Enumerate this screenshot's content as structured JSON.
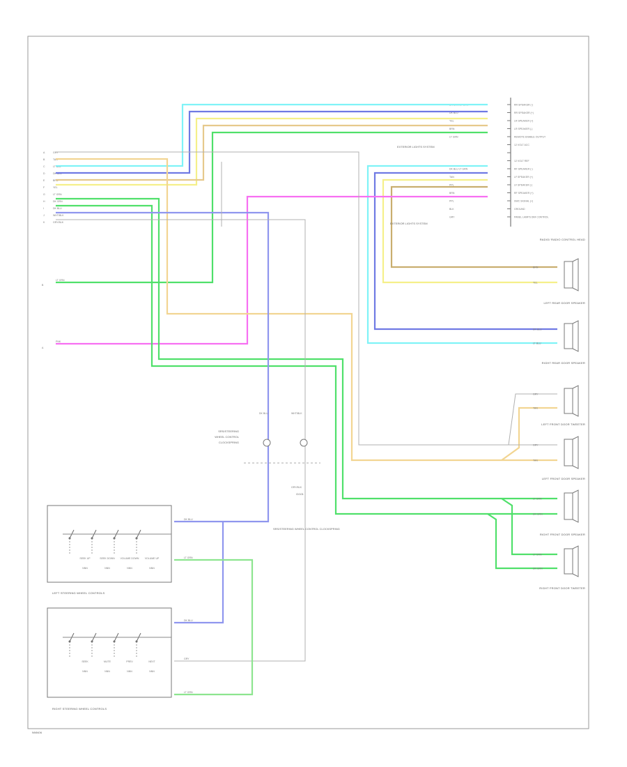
{
  "diagram": {
    "title": "",
    "footer_label": "NNN06",
    "colors": {
      "cyan": "#7ff3f7",
      "blue": "#6f79e4",
      "yellow": "#f5f08a",
      "tan": "#e6c98c",
      "green": "#4fe06a",
      "pink": "#f76ff2",
      "gray": "#b8b8b8",
      "wire_blue_light": "#8f96ee"
    },
    "radio_connector_labels": [
      "RR SPEAKER (-)",
      "RR SPEAKER (+)",
      "LR SPEAKER (+)",
      "LR SPEAKER (-)",
      "REMOTE ENABLE OUTPUT",
      "12 VOLT ACC",
      "",
      "12 VOLT REF",
      "RF SPEAKER (-)",
      "LF SPEAKER (+)",
      "LF SPEAKER (-)",
      "RF SPEAKER (+)",
      "SWC SIGNAL (+)",
      "GROUND",
      "PANEL LAMPS DIM CONTROL"
    ],
    "radio_wire_codes": [
      "DK GRN   LT GRN",
      "DK BLU",
      "YEL",
      "BRN",
      "LT GRN",
      "",
      "",
      "",
      "DK BLU   LT GRN",
      "TAN",
      "PPL",
      "BRN",
      "PPL",
      "BLK",
      "GRY"
    ],
    "left_harness_labels": [
      "GRY",
      "TAN",
      "LT BLU",
      "DK BLU",
      "BRN",
      "YEL",
      "LT GRN",
      "DK GRN",
      "DK BLU",
      "WHT/BLK",
      "GRY/BLK"
    ],
    "side_inputs": [
      {
        "code": "LT GRN",
        "pin": "B"
      },
      {
        "code": "PNK",
        "pin": "A"
      }
    ],
    "component_labels": {
      "radio": "RADIO/ RADIO CONTROL HEAD",
      "lf_speaker": "LEFT REAR DOOR SPEAKER",
      "rf_speaker": "RIGHT REAR DOOR SPEAKER",
      "lr_tweeter": "LEFT FRONT DOOR TWEETER",
      "lr_speaker": "LEFT FRONT DOOR SPEAKER",
      "rr_speaker": "RIGHT FRONT DOOR SPEAKER",
      "rr_tweeter": "RIGHT FRONT DOOR TWEETER",
      "clockspring": "SRS/STEERING WHEEL CONTROL CLOCKSPRING",
      "left_controls": "LEFT STEERING WHEEL CONTROLS",
      "right_controls": "RIGHT STEERING WHEEL CONTROLS",
      "splice": "G/101",
      "ext_audio": "EXTERIOR LIGHTS SYSTEM",
      "ext_audio2": "EXTERIOR LIGHTS SYSTEM"
    },
    "left_controls_switches": [
      "SEEK UP",
      "SEEK DOWN",
      "VOLUME DOWN",
      "VOLUME UP"
    ],
    "left_controls_values": [
      "NNN",
      "NNN",
      "NNN",
      "NNN"
    ],
    "right_controls_switches": [
      "SEEK",
      "MUTE",
      "PREV",
      "NEXT"
    ],
    "right_controls_values": [
      "NNN",
      "NNN",
      "NNN",
      "NNN"
    ],
    "speaker_wire_codes": {
      "lf_a": "BRN",
      "lf_b": "YEL",
      "rf_a": "DK BLU",
      "rf_b": "LT BLU",
      "lrt_a": "GRY",
      "lrt_b": "TAN",
      "lrs_a": "GRY",
      "lrs_b": "TAN",
      "rrs_a": "LT GRN",
      "rrs_b": "DK GRN",
      "rrt_a": "LT GRN",
      "rrt_b": "DK GRN"
    },
    "control_wire_codes": {
      "left_top": "DK BLU",
      "left_bot": "LT GRN",
      "right_top": "DK BLU",
      "right_mid": "GRY",
      "right_bot": "LT GRN",
      "clock_a": "DK BLU",
      "clock_b": "WHT/BLK",
      "clock_c": "GRY/BLK"
    }
  }
}
